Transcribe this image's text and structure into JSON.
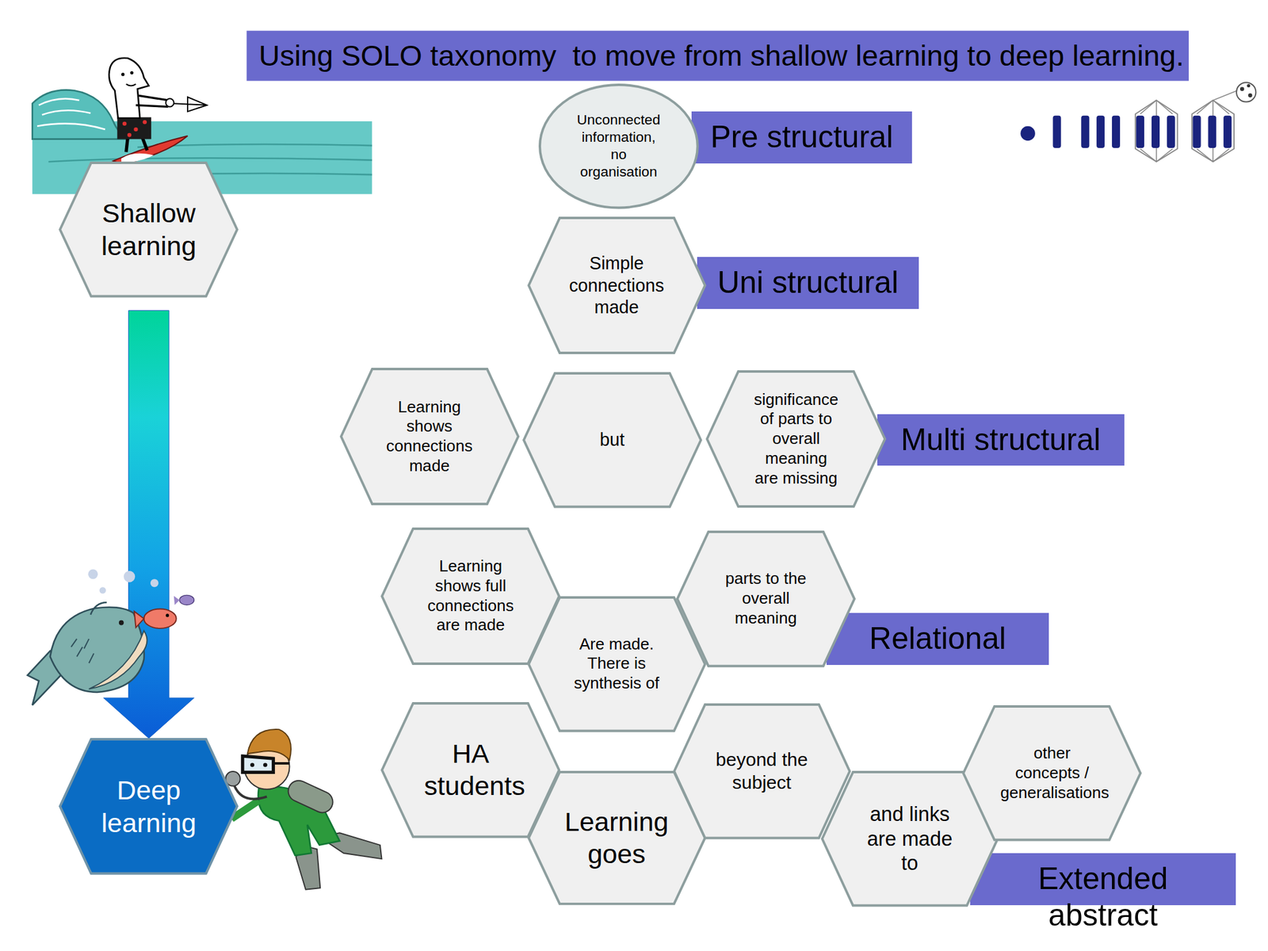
{
  "diagram": {
    "title": "Using SOLO taxonomy  to move from shallow learning to deep learning.",
    "nodes": [
      {
        "text": [
          "Shallow learning"
        ]
      },
      {
        "text": [
          "Deep learning"
        ]
      },
      {
        "text": [
          "Unconnected information, no organisation"
        ]
      },
      {
        "text": [
          "Pre structural"
        ]
      },
      {
        "text": [
          "Simple connections made"
        ]
      },
      {
        "text": [
          "Uni structural"
        ]
      },
      {
        "text": [
          "Learning shows connections made"
        ]
      },
      {
        "text": [
          "but"
        ]
      },
      {
        "text": [
          "significance of parts to overall meaning are missing"
        ]
      },
      {
        "text": [
          "Multi structural"
        ]
      },
      {
        "text": [
          "Learning shows full connections are made"
        ]
      },
      {
        "text": [
          "Are made. There is synthesis of"
        ]
      },
      {
        "text": [
          "parts to the overall meaning"
        ]
      },
      {
        "text": [
          "Relational"
        ]
      },
      {
        "text": [
          "HA students"
        ]
      },
      {
        "text": [
          "Learning goes"
        ]
      },
      {
        "text": [
          "beyond the subject"
        ]
      },
      {
        "text": [
          "and links are made to"
        ]
      },
      {
        "text": [
          "other concepts / generalisations"
        ]
      },
      {
        "text": [
          "Extended abstract"
        ]
      }
    ],
    "edges": [
      {
        "from": 0,
        "to": 1,
        "arrow": "to"
      }
    ]
  }
}
